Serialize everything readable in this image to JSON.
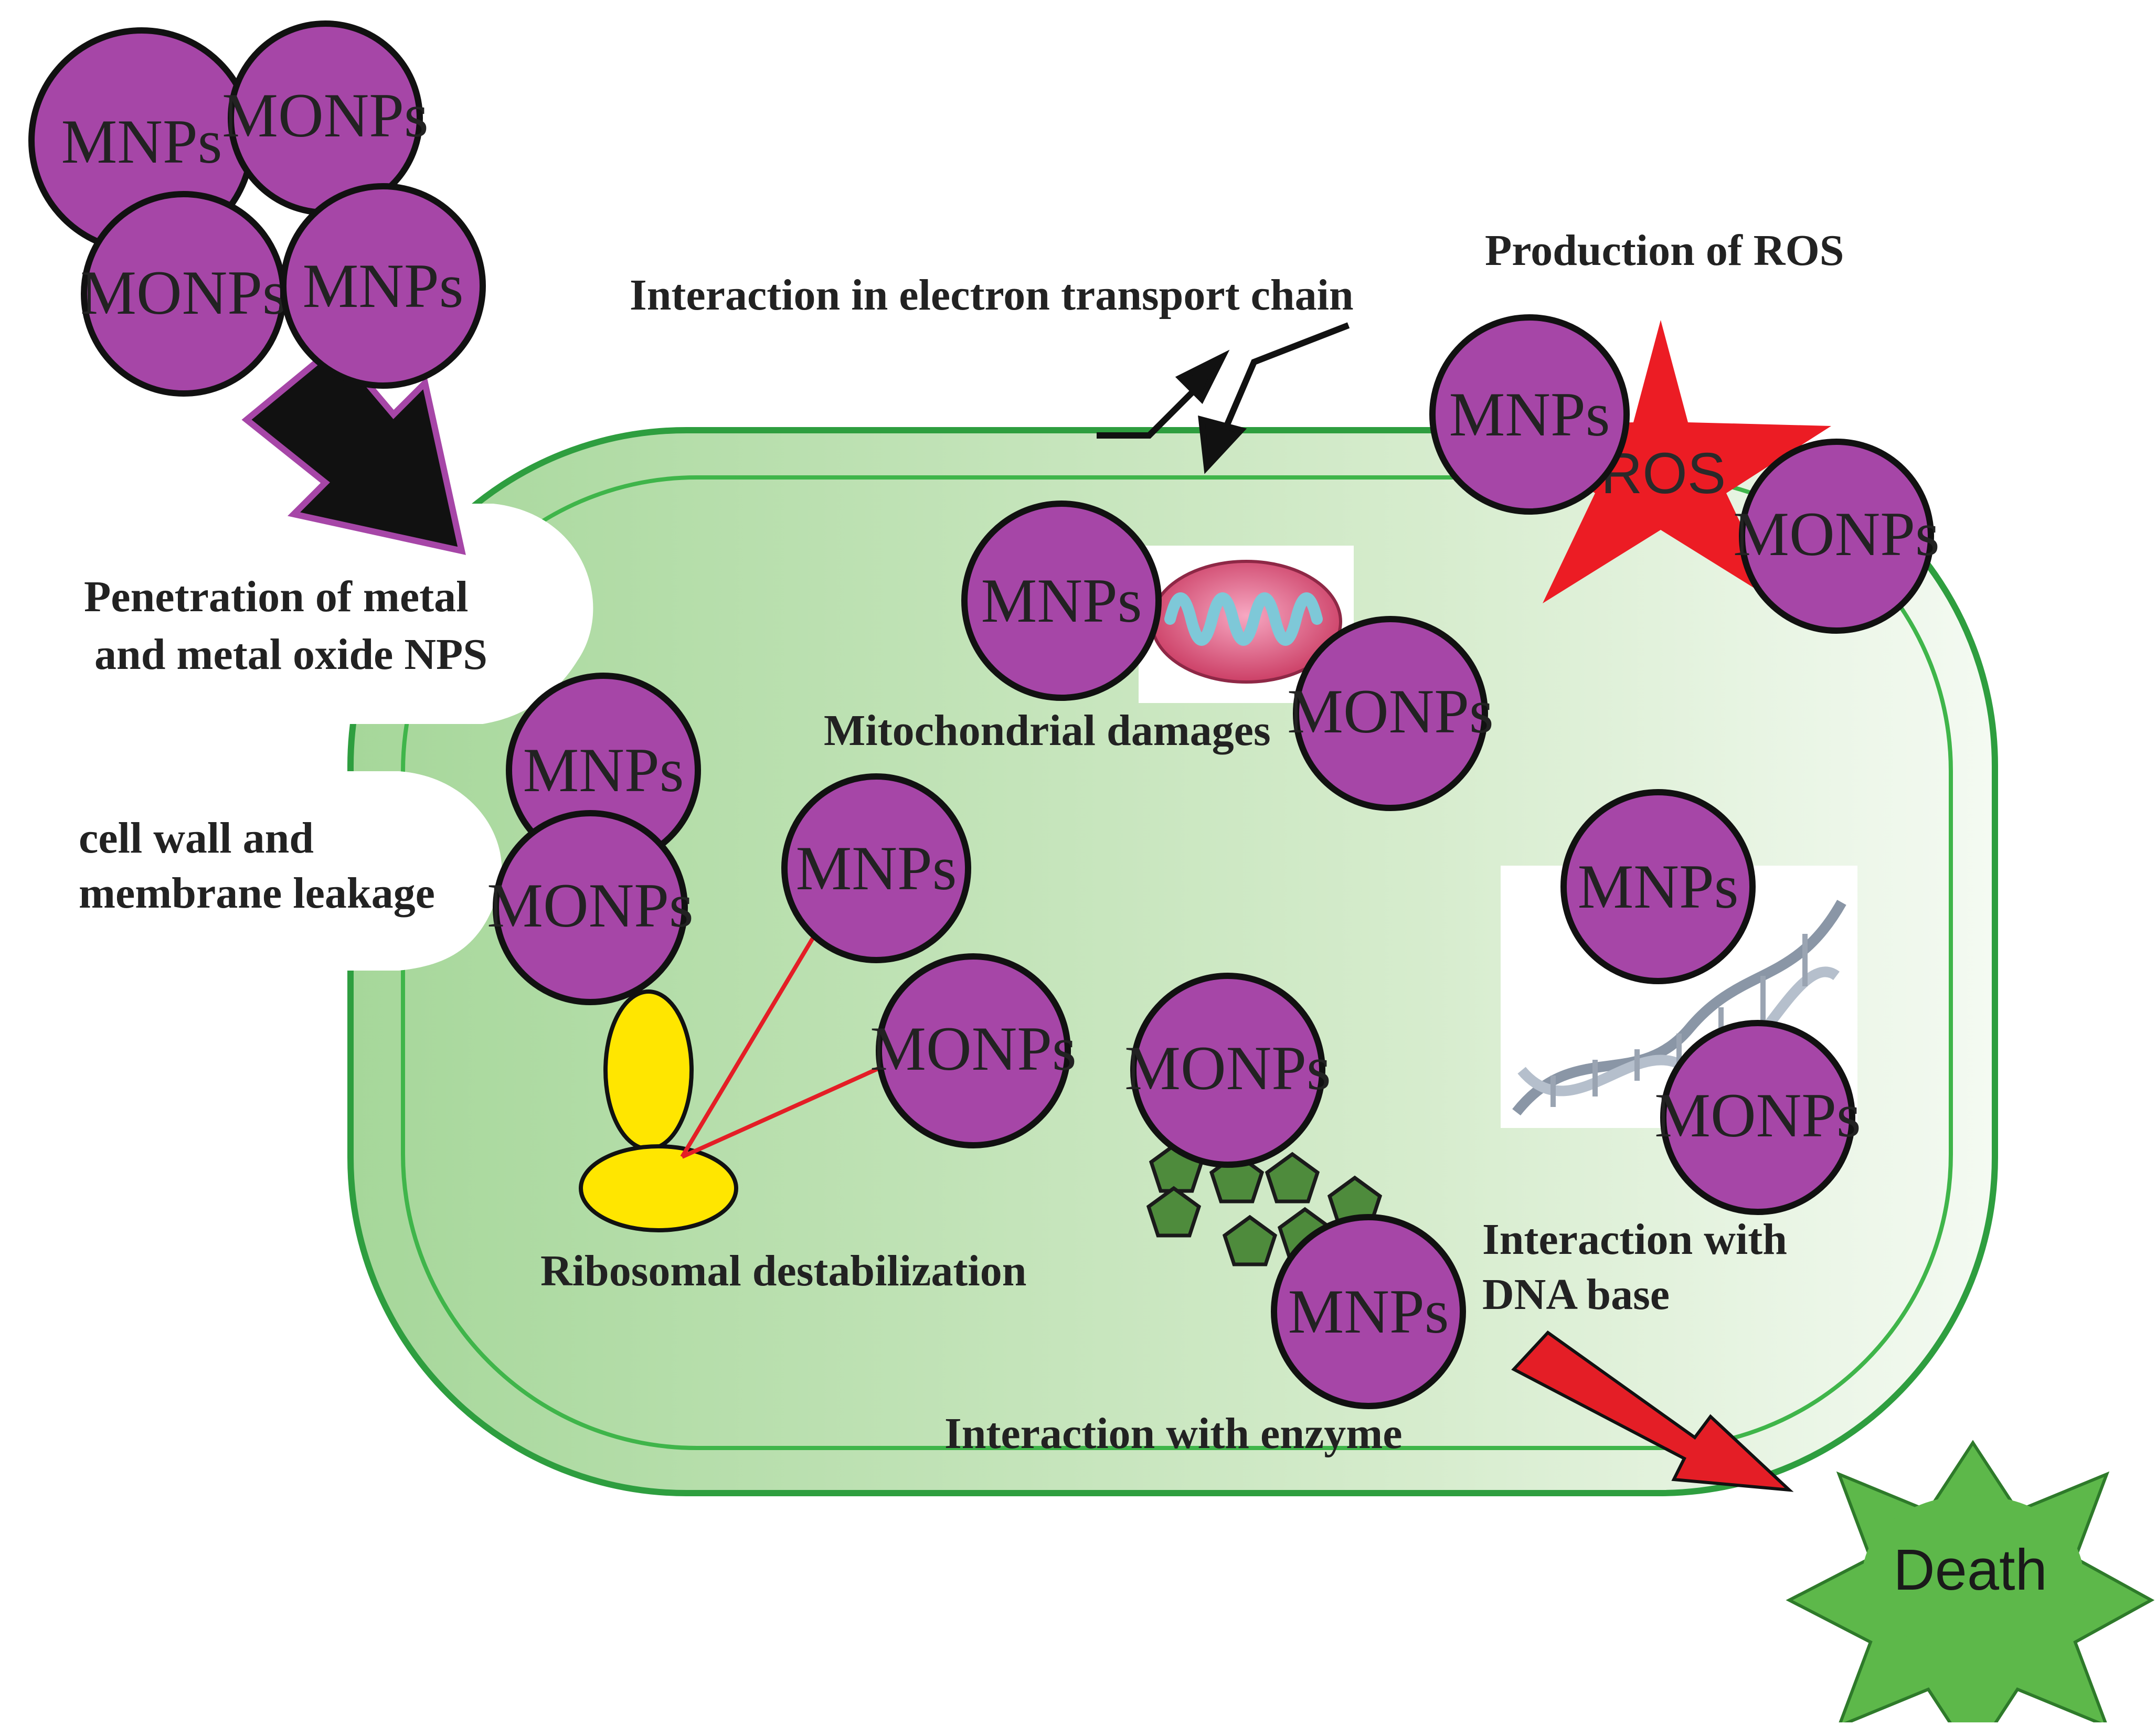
{
  "particles": {
    "mnp": "MNPs",
    "monp": "MONPs"
  },
  "labels": {
    "penetration_line1": "Penetration of metal",
    "penetration_line2": "and metal oxide NPS",
    "cell_wall_line1": "cell wall and",
    "cell_wall_line2": "membrane leakage",
    "etc": "Interaction in electron transport chain",
    "ros_production": "Production of ROS",
    "mito": "Mitochondrial damages",
    "ribosome": "Ribosomal destabilization",
    "enzyme": "Interaction with enzyme",
    "dna_line1": "Interaction with",
    "dna_line2": "DNA base"
  },
  "ros_label": "ROS",
  "death_label": "Death",
  "colors": {
    "particle": "#A646A7",
    "particle_outline": "#1a1a1a",
    "cell_light": "#F4FAF2",
    "cell_green": "#A6D79A",
    "cell_border": "#2E9E3F",
    "ros_star": "#EC1C24",
    "death_star": "#5DB84A",
    "ribosome": "#FFE600",
    "enzyme": "#4E8B3C",
    "entry_arrow": "#111111",
    "entry_arrow_outline": "#A646A7",
    "death_arrow": "#E41E26",
    "link_line": "#E41E26"
  }
}
